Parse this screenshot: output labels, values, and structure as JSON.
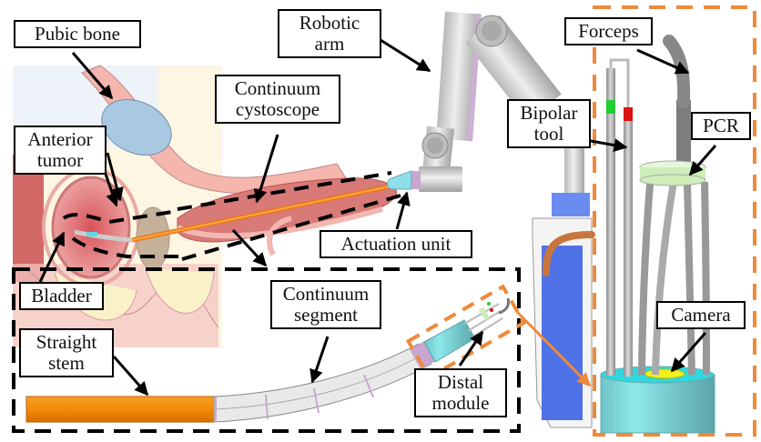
{
  "figure": {
    "description": "Continuum cystoscope robotic system for bladder tumor resection",
    "colors": {
      "stem_orange": "#f28a0c",
      "callout_orange": "#ef8a3a",
      "outline_black": "#000000",
      "tissue_pink": "#f2b7b0",
      "tissue_red": "#d9706e",
      "bone_blue": "#a9c8e2",
      "robot_gray": "#c8c8c8",
      "accent_purple": "#c9a6cf",
      "module_cyan": "#7fe0e4",
      "pcr_green": "#cdeeb9",
      "camera_yellow": "#f5ef1a",
      "base_blue": "#4f72e6",
      "handle_copper": "#c9753e",
      "bipolar_green": "#22cc33",
      "bipolar_red": "#dd1111"
    }
  },
  "labels": {
    "pubic_bone": [
      "Pubic bone"
    ],
    "robotic_arm": [
      "Robotic",
      "arm"
    ],
    "continuum_cystoscope": [
      "Continuum",
      "cystoscope"
    ],
    "anterior_tumor": [
      "Anterior",
      "tumor"
    ],
    "actuation_unit": [
      "Actuation unit"
    ],
    "bladder": [
      "Bladder"
    ],
    "straight_stem": [
      "Straight",
      "stem"
    ],
    "continuum_segment": [
      "Continuum",
      "segment"
    ],
    "distal_module": [
      "Distal",
      "module"
    ],
    "forceps": [
      "Forceps"
    ],
    "bipolar_tool": [
      "Bipolar",
      "tool"
    ],
    "pcr": [
      "PCR"
    ],
    "camera": [
      "Camera"
    ]
  }
}
